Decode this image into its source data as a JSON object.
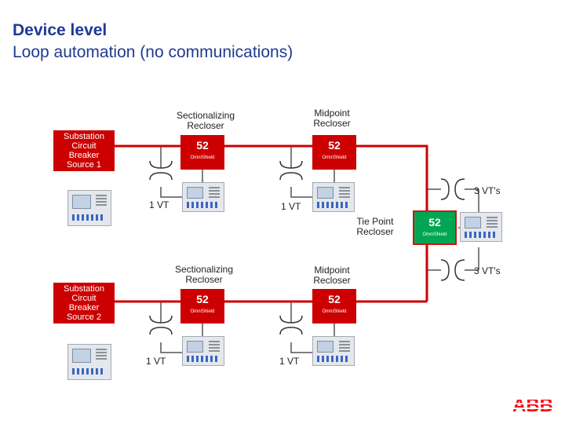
{
  "title": {
    "line1": "Device level",
    "line2": "Loop automation (no communications)"
  },
  "colors": {
    "title": "#1f3a93",
    "line": "#cc0000",
    "breaker_closed": "#cc0000",
    "breaker_open": "#00a651",
    "wire": "#555555"
  },
  "top_loop": {
    "source_label": "Substation\nCircuit\nBreaker\nSource 1",
    "sectionalizing_label": "Sectionalizing\nRecloser",
    "midpoint_label": "Midpoint\nRecloser",
    "sectionalizing_breaker": {
      "number": "52",
      "shield": "OmniShield"
    },
    "midpoint_breaker": {
      "number": "52",
      "shield": "OmniShield"
    },
    "vt1_label": "1 VT",
    "vt2_label": "1 VT",
    "vt3_label": "3 VT's"
  },
  "tie_point": {
    "label": "Tie Point\nRecloser",
    "breaker": {
      "number": "52",
      "shield": "OmniShield"
    }
  },
  "bottom_loop": {
    "source_label": "Substation\nCircuit\nBreaker\nSource 2",
    "sectionalizing_label": "Sectionalizing\nRecloser",
    "midpoint_label": "Midpoint\nRecloser",
    "sectionalizing_breaker": {
      "number": "52",
      "shield": "OmniShield"
    },
    "midpoint_breaker": {
      "number": "52",
      "shield": "OmniShield"
    },
    "vt1_label": "1 VT",
    "vt2_label": "1 VT",
    "vt3_label": "3 VT's"
  },
  "logo": "ABB"
}
